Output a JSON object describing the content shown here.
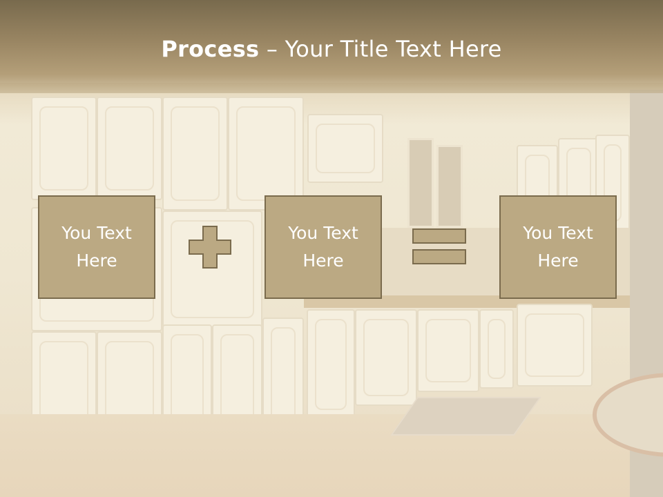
{
  "title": {
    "bold": "Process",
    "separator": " – ",
    "rest": "Your Title Text Here"
  },
  "boxes": [
    {
      "text": "You Text Here"
    },
    {
      "text": "You Text Here"
    },
    {
      "text": "You Text Here"
    }
  ],
  "operators": [
    "plus",
    "equals"
  ],
  "colors": {
    "header_dark": "#786a4d",
    "box_fill": "#bba983",
    "box_border": "#7a6b4d",
    "text": "#ffffff"
  }
}
